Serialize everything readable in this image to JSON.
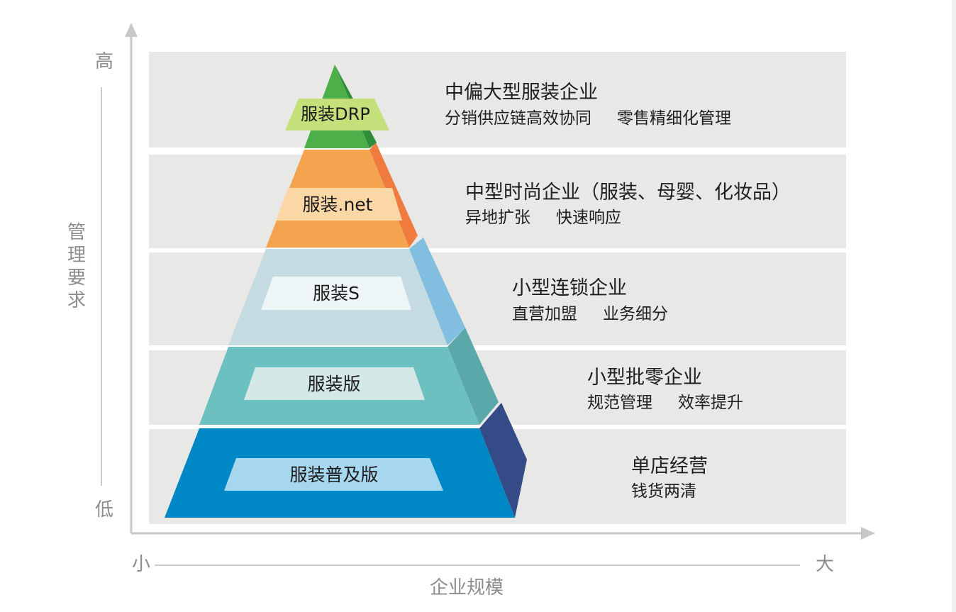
{
  "axes": {
    "y_high": "高",
    "y_low": "低",
    "y_title": "管理要求",
    "x_small": "小",
    "x_large": "大",
    "x_title": "企业规模"
  },
  "colors": {
    "band": "#e8e8e7",
    "axis": "#c8c8c8",
    "tier1": {
      "face": "#4daf4a",
      "side": "#2e8c3a",
      "label_bg": "#c5e07a"
    },
    "tier2": {
      "face": "#f4a44f",
      "side": "#ef7c3e",
      "label_bg": "#fcd7a6"
    },
    "tier3": {
      "face": "#c4dbe2",
      "side": "#82bedf",
      "label_bg": "#eef5f7"
    },
    "tier4": {
      "face": "#6cc1c0",
      "side": "#5ba8ab",
      "label_bg": "#d4e9e7"
    },
    "tier5": {
      "face": "#0088c6",
      "side": "#344b87",
      "label_bg": "#a7d6ef"
    }
  },
  "tiers": [
    {
      "product": "服装DRP",
      "title": "中偏大型服装企业",
      "features": [
        "分销供应链高效协同",
        "零售精细化管理"
      ]
    },
    {
      "product": "服装.net",
      "title": "中型时尚企业（服装、母婴、化妆品）",
      "features": [
        "异地扩张",
        "快速响应"
      ]
    },
    {
      "product": "服装S",
      "title": "小型连锁企业",
      "features": [
        "直营加盟",
        "业务细分"
      ]
    },
    {
      "product": "服装版",
      "title": "小型批零企业",
      "features": [
        "规范管理",
        "效率提升"
      ]
    },
    {
      "product": "服装普及版",
      "title": "单店经营",
      "features": [
        "钱货两清"
      ]
    }
  ]
}
